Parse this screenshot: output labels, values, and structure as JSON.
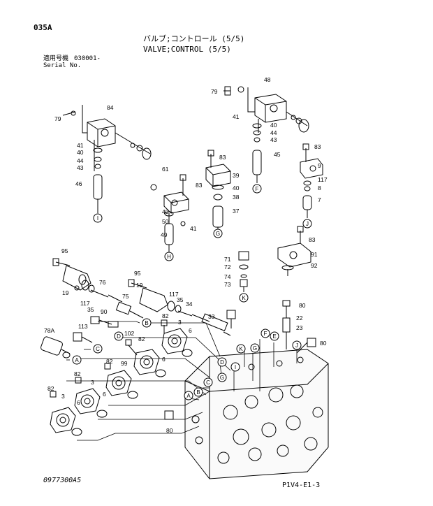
{
  "page_code": "035A",
  "title_jp": "バルブ;コントロール (5/5)",
  "title_en": "VALVE;CONTROL (5/5)",
  "serial_label_jp": "適用号機",
  "serial_label_en": "Serial No.",
  "serial_value": "030001-",
  "drawing_no": "0977300A5",
  "sheet_ref": "P1V4-E1-3",
  "part_labels": [
    "84",
    "79",
    "41",
    "40",
    "44",
    "43",
    "46",
    "61",
    "83",
    "40",
    "50",
    "41",
    "49",
    "48",
    "79",
    "41",
    "40",
    "44",
    "43",
    "45",
    "83",
    "39",
    "40",
    "38",
    "37",
    "83",
    "9",
    "117",
    "8",
    "7",
    "83",
    "91",
    "92",
    "71",
    "72",
    "74",
    "73",
    "95",
    "19",
    "95",
    "19",
    "117",
    "35",
    "76",
    "117",
    "35",
    "34",
    "90",
    "75",
    "33",
    "82",
    "3",
    "6",
    "113",
    "78A",
    "80",
    "22",
    "23",
    "80",
    "102",
    "82",
    "82",
    "99",
    "6",
    "82",
    "3",
    "6",
    "82",
    "3",
    "6",
    "80"
  ],
  "callouts": [
    "I",
    "H",
    "F",
    "G",
    "J",
    "K",
    "E",
    "D",
    "C",
    "B",
    "A"
  ]
}
